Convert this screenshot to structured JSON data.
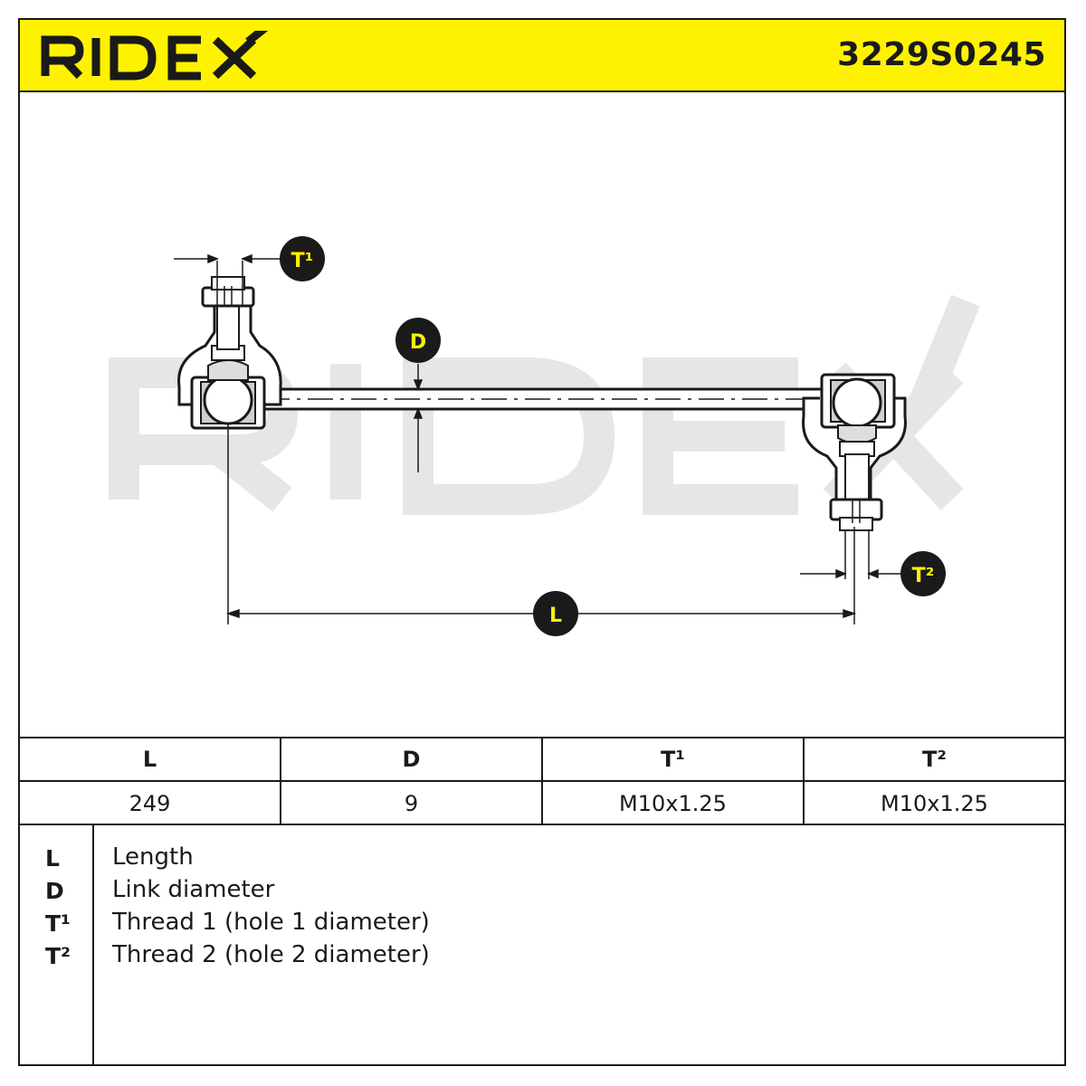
{
  "header": {
    "brand": "RIDEX",
    "part_number": "3229S0245"
  },
  "colors": {
    "brand_yellow": "#fff200",
    "ink": "#1a1a1a",
    "watermark": "#e6e6e6"
  },
  "drawing": {
    "callouts": {
      "t1": "T¹",
      "d": "D",
      "t2": "T²",
      "l": "L"
    }
  },
  "spec_table": {
    "headers": [
      "L",
      "D",
      "T¹",
      "T²"
    ],
    "values": [
      "249",
      "9",
      "M10x1.25",
      "M10x1.25"
    ]
  },
  "legend": [
    {
      "code": "L",
      "text": "Length"
    },
    {
      "code": "D",
      "text": "Link diameter"
    },
    {
      "code": "T¹",
      "text": "Thread 1 (hole 1 diameter)"
    },
    {
      "code": "T²",
      "text": "Thread 2 (hole 2 diameter)"
    }
  ]
}
